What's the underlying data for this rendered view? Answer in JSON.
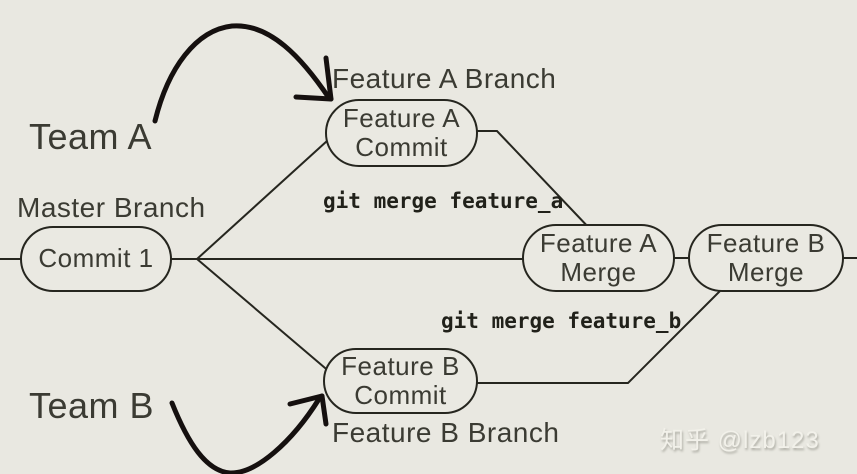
{
  "colors": {
    "background": "#e9e8e1",
    "line": "#26261f",
    "text": "#3b3b33",
    "arrow": "#15100f",
    "node_fill": "#eae9e2",
    "watermark": "#f2f1ea"
  },
  "nodes": [
    {
      "id": "commit-1",
      "label": "Commit 1"
    },
    {
      "id": "feature-a-commit",
      "label": "Feature A Commit"
    },
    {
      "id": "feature-a-merge",
      "label": "Feature A Merge"
    },
    {
      "id": "feature-b-merge",
      "label": "Feature B Merge"
    },
    {
      "id": "feature-b-commit",
      "label": "Feature B Commit"
    }
  ],
  "annotations": {
    "team_a": "Team A",
    "team_b": "Team B",
    "master_branch": "Master Branch",
    "feature_a_branch": "Feature A Branch",
    "feature_b_branch": "Feature B Branch",
    "git_merge_feature_a": "git merge feature_a",
    "git_merge_feature_b": "git merge feature_b"
  },
  "watermark": "知乎 @lzb123"
}
